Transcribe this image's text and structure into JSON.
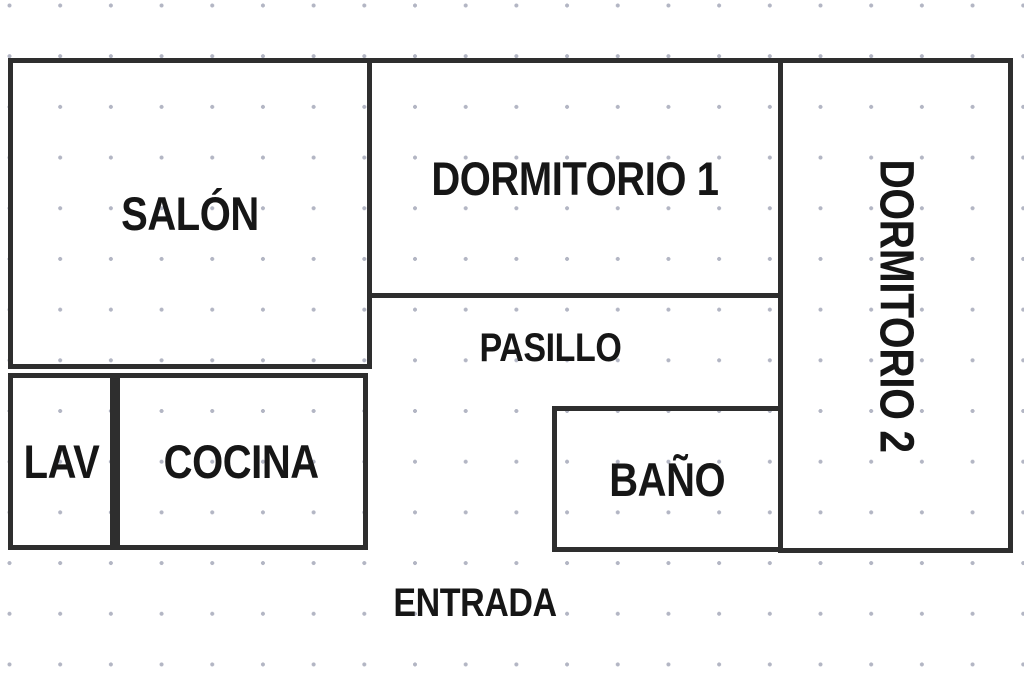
{
  "diagram": {
    "type": "floor-plan",
    "language": "es"
  },
  "rooms": {
    "salon": {
      "label": "SALÓN"
    },
    "dormitorio1": {
      "label": "DORMITORIO 1"
    },
    "dormitorio2": {
      "label": "DORMITORIO 2"
    },
    "lav": {
      "label": "LAV"
    },
    "cocina": {
      "label": "COCINA"
    },
    "bano": {
      "label": "BAÑO"
    },
    "pasillo": {
      "label": "PASILLO"
    },
    "entrada": {
      "label": "ENTRADA"
    }
  },
  "colors": {
    "wall": "#2e2e2e",
    "dot": "#b3b6c4",
    "text": "#161616",
    "background": "#ffffff"
  }
}
